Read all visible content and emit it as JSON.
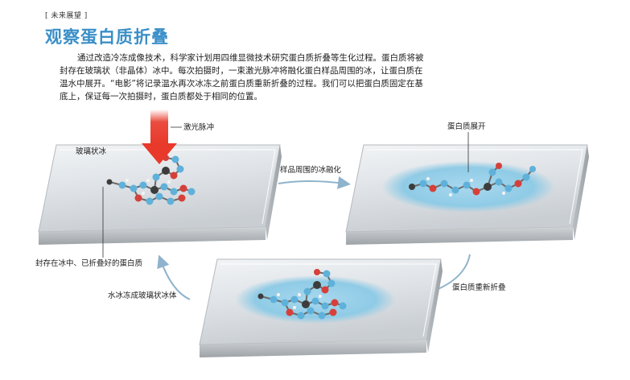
{
  "header": {
    "tag": "[ 未来展望 ]",
    "title": "观察蛋白质折叠"
  },
  "intro": {
    "lines": [
      "通过改造冷冻成像技术，科学家计划用四维显微技术研究蛋白质折叠等生化过程。蛋白质将被",
      "封存在玻璃状（非晶体）冰中。每次拍摄时，一束激光脉冲将融化蛋白样品周围的冰，让蛋白质在",
      "温水中展开。“电影”将记录温水再次冰冻之前蛋白质重新折叠的过程。我们可以把蛋白质固定在基",
      "底上，保证每一次拍摄时，蛋白质都处于相同的位置。"
    ]
  },
  "diagram": {
    "laser_label": "激光脉冲",
    "glass_ice_label": "玻璃状冰",
    "sealed_protein_label": "封存在冰中、已折叠好的蛋白质",
    "melt_label": "样品周围的冰融化",
    "unfold_label": "蛋白质展开",
    "refold_label": "蛋白质重新折叠",
    "refreeze_label": "水冰冻成玻璃状冰体",
    "colors": {
      "title": "#3a8fc8",
      "laser": "#e8392a",
      "water": "#8fcbe6",
      "arrow": "#8fb3cc",
      "atom_blue": "#5fb1da",
      "atom_red": "#d6403a",
      "atom_dark": "#3c3c3c",
      "atom_white": "#f4f4f4"
    }
  }
}
